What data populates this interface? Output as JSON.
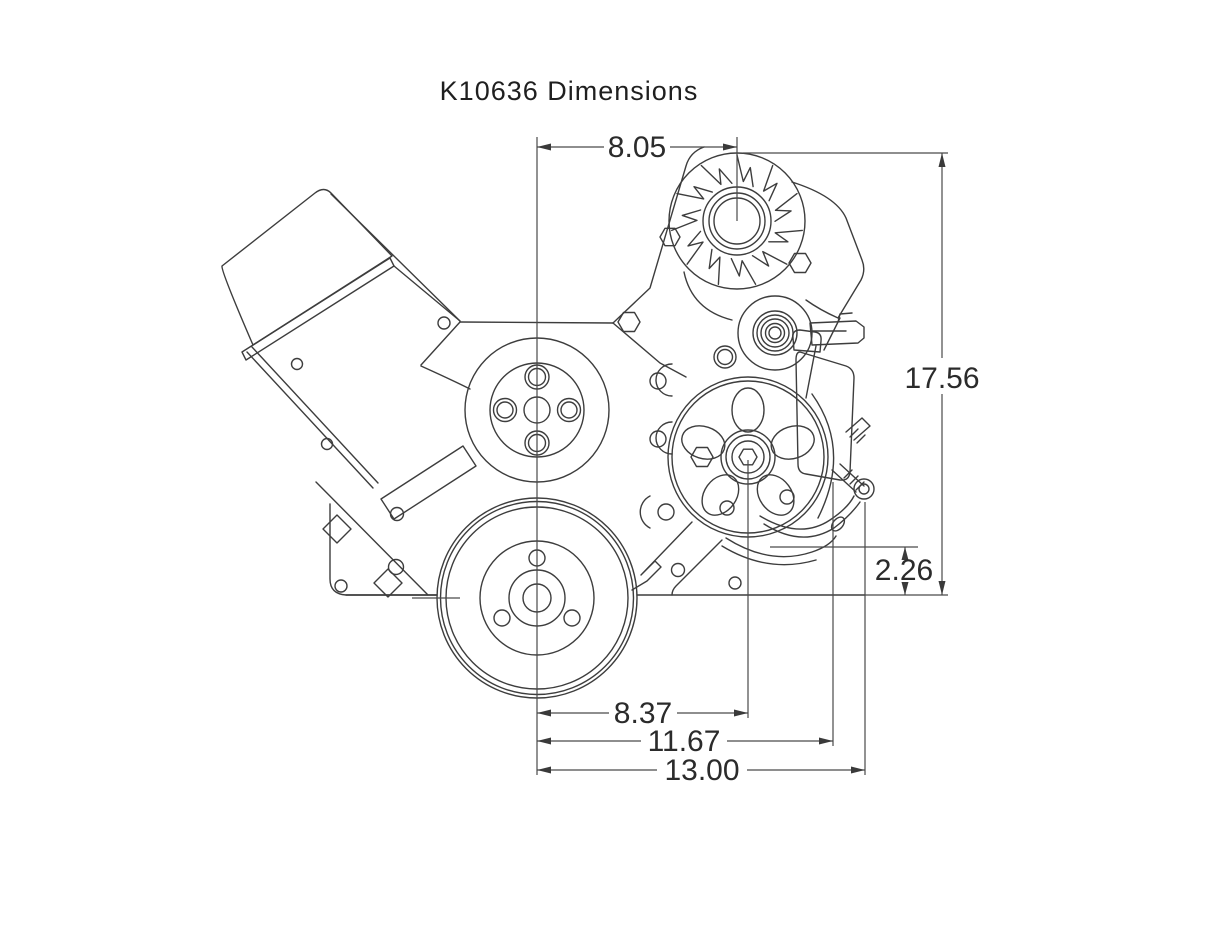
{
  "title": "K10636 Dimensions",
  "dimensions": {
    "top_width": "8.05",
    "overall_height": "17.56",
    "lower_fitting_offset": "2.26",
    "pump_center_width": "8.37",
    "fitting_width": "11.67",
    "overall_width": "13.00"
  }
}
